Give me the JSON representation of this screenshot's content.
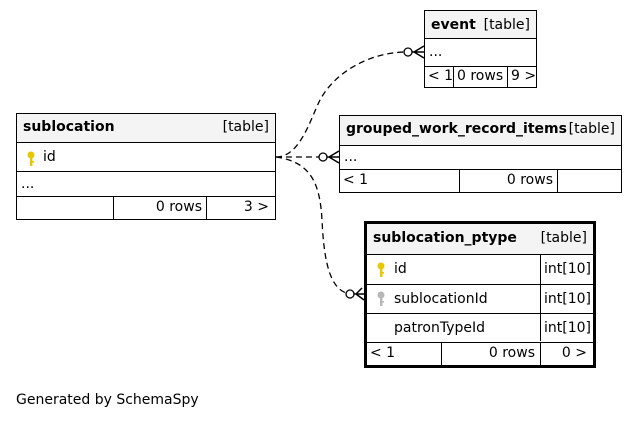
{
  "edges_stroke": "#000000",
  "header_bg": "#f4f4f4",
  "tables": {
    "event": {
      "name": "event",
      "tag": "[table]",
      "more": "...",
      "rows_prev": "< 1",
      "rows_count": "0 rows",
      "rows_next": "9 >"
    },
    "sublocation": {
      "name": "sublocation",
      "tag": "[table]",
      "col_id": "id",
      "more": "...",
      "rows_count": "0 rows",
      "rows_next": "3 >"
    },
    "grouped": {
      "name": "grouped_work_record_items",
      "tag": "[table]",
      "more": "...",
      "rows_prev": "< 1",
      "rows_count": "0 rows"
    },
    "ptype": {
      "name": "sublocation_ptype",
      "tag": "[table]",
      "columns": [
        {
          "name": "id",
          "type": "int[10]",
          "key": "primary-key-icon"
        },
        {
          "name": "sublocationId",
          "type": "int[10]",
          "key": "foreign-key-icon"
        },
        {
          "name": "patronTypeId",
          "type": "int[10]",
          "key": ""
        }
      ],
      "rows_prev": "< 1",
      "rows_count": "0 rows",
      "rows_next": "0 >"
    }
  },
  "footer": "Generated by SchemaSpy"
}
